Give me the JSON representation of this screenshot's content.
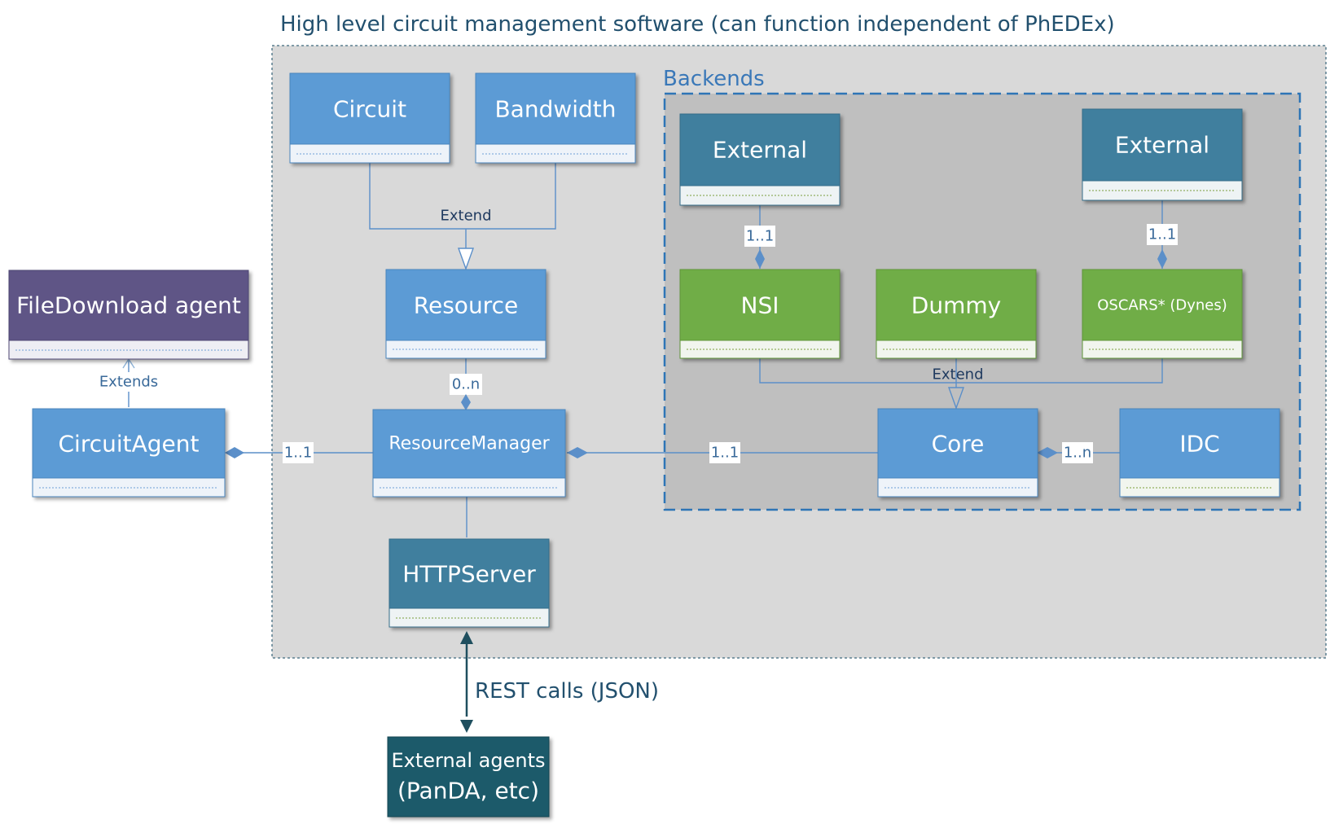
{
  "frame": {
    "title": "High level circuit management software (can function independent of PhEDEx)",
    "backends_label": "Backends"
  },
  "boxes": {
    "circuit": "Circuit",
    "bandwidth": "Bandwidth",
    "resource": "Resource",
    "resource_manager": "ResourceManager",
    "http_server": "HTTPServer",
    "file_download_agent": "FileDownload agent",
    "circuit_agent": "CircuitAgent",
    "external_left": "External",
    "external_right": "External",
    "nsi": "NSI",
    "dummy": "Dummy",
    "oscars": "OSCARS* (Dynes)",
    "core": "Core",
    "idc": "IDC",
    "external_agents_line1": "External agents",
    "external_agents_line2": "(PanDA, etc)"
  },
  "relations": {
    "extend_top": "Extend",
    "extend_backends": "Extend",
    "extends_agent": "Extends",
    "resource_to_manager": "0..n",
    "agent_to_manager": "1..1",
    "manager_to_core": "1..1",
    "core_to_idc": "1..n",
    "external_to_nsi": "1..1",
    "external_to_oscars": "1..1",
    "rest_calls": "REST calls (JSON)"
  },
  "colors": {
    "blue_box": "#5b9bd5",
    "teal_box": "#3f7f9e",
    "green_box": "#70ad47",
    "purple_box": "#5e5586",
    "dark_teal_box": "#1e5a6a",
    "frame_bg": "#d9d9d9",
    "backends_bg": "#bfbfbf"
  }
}
